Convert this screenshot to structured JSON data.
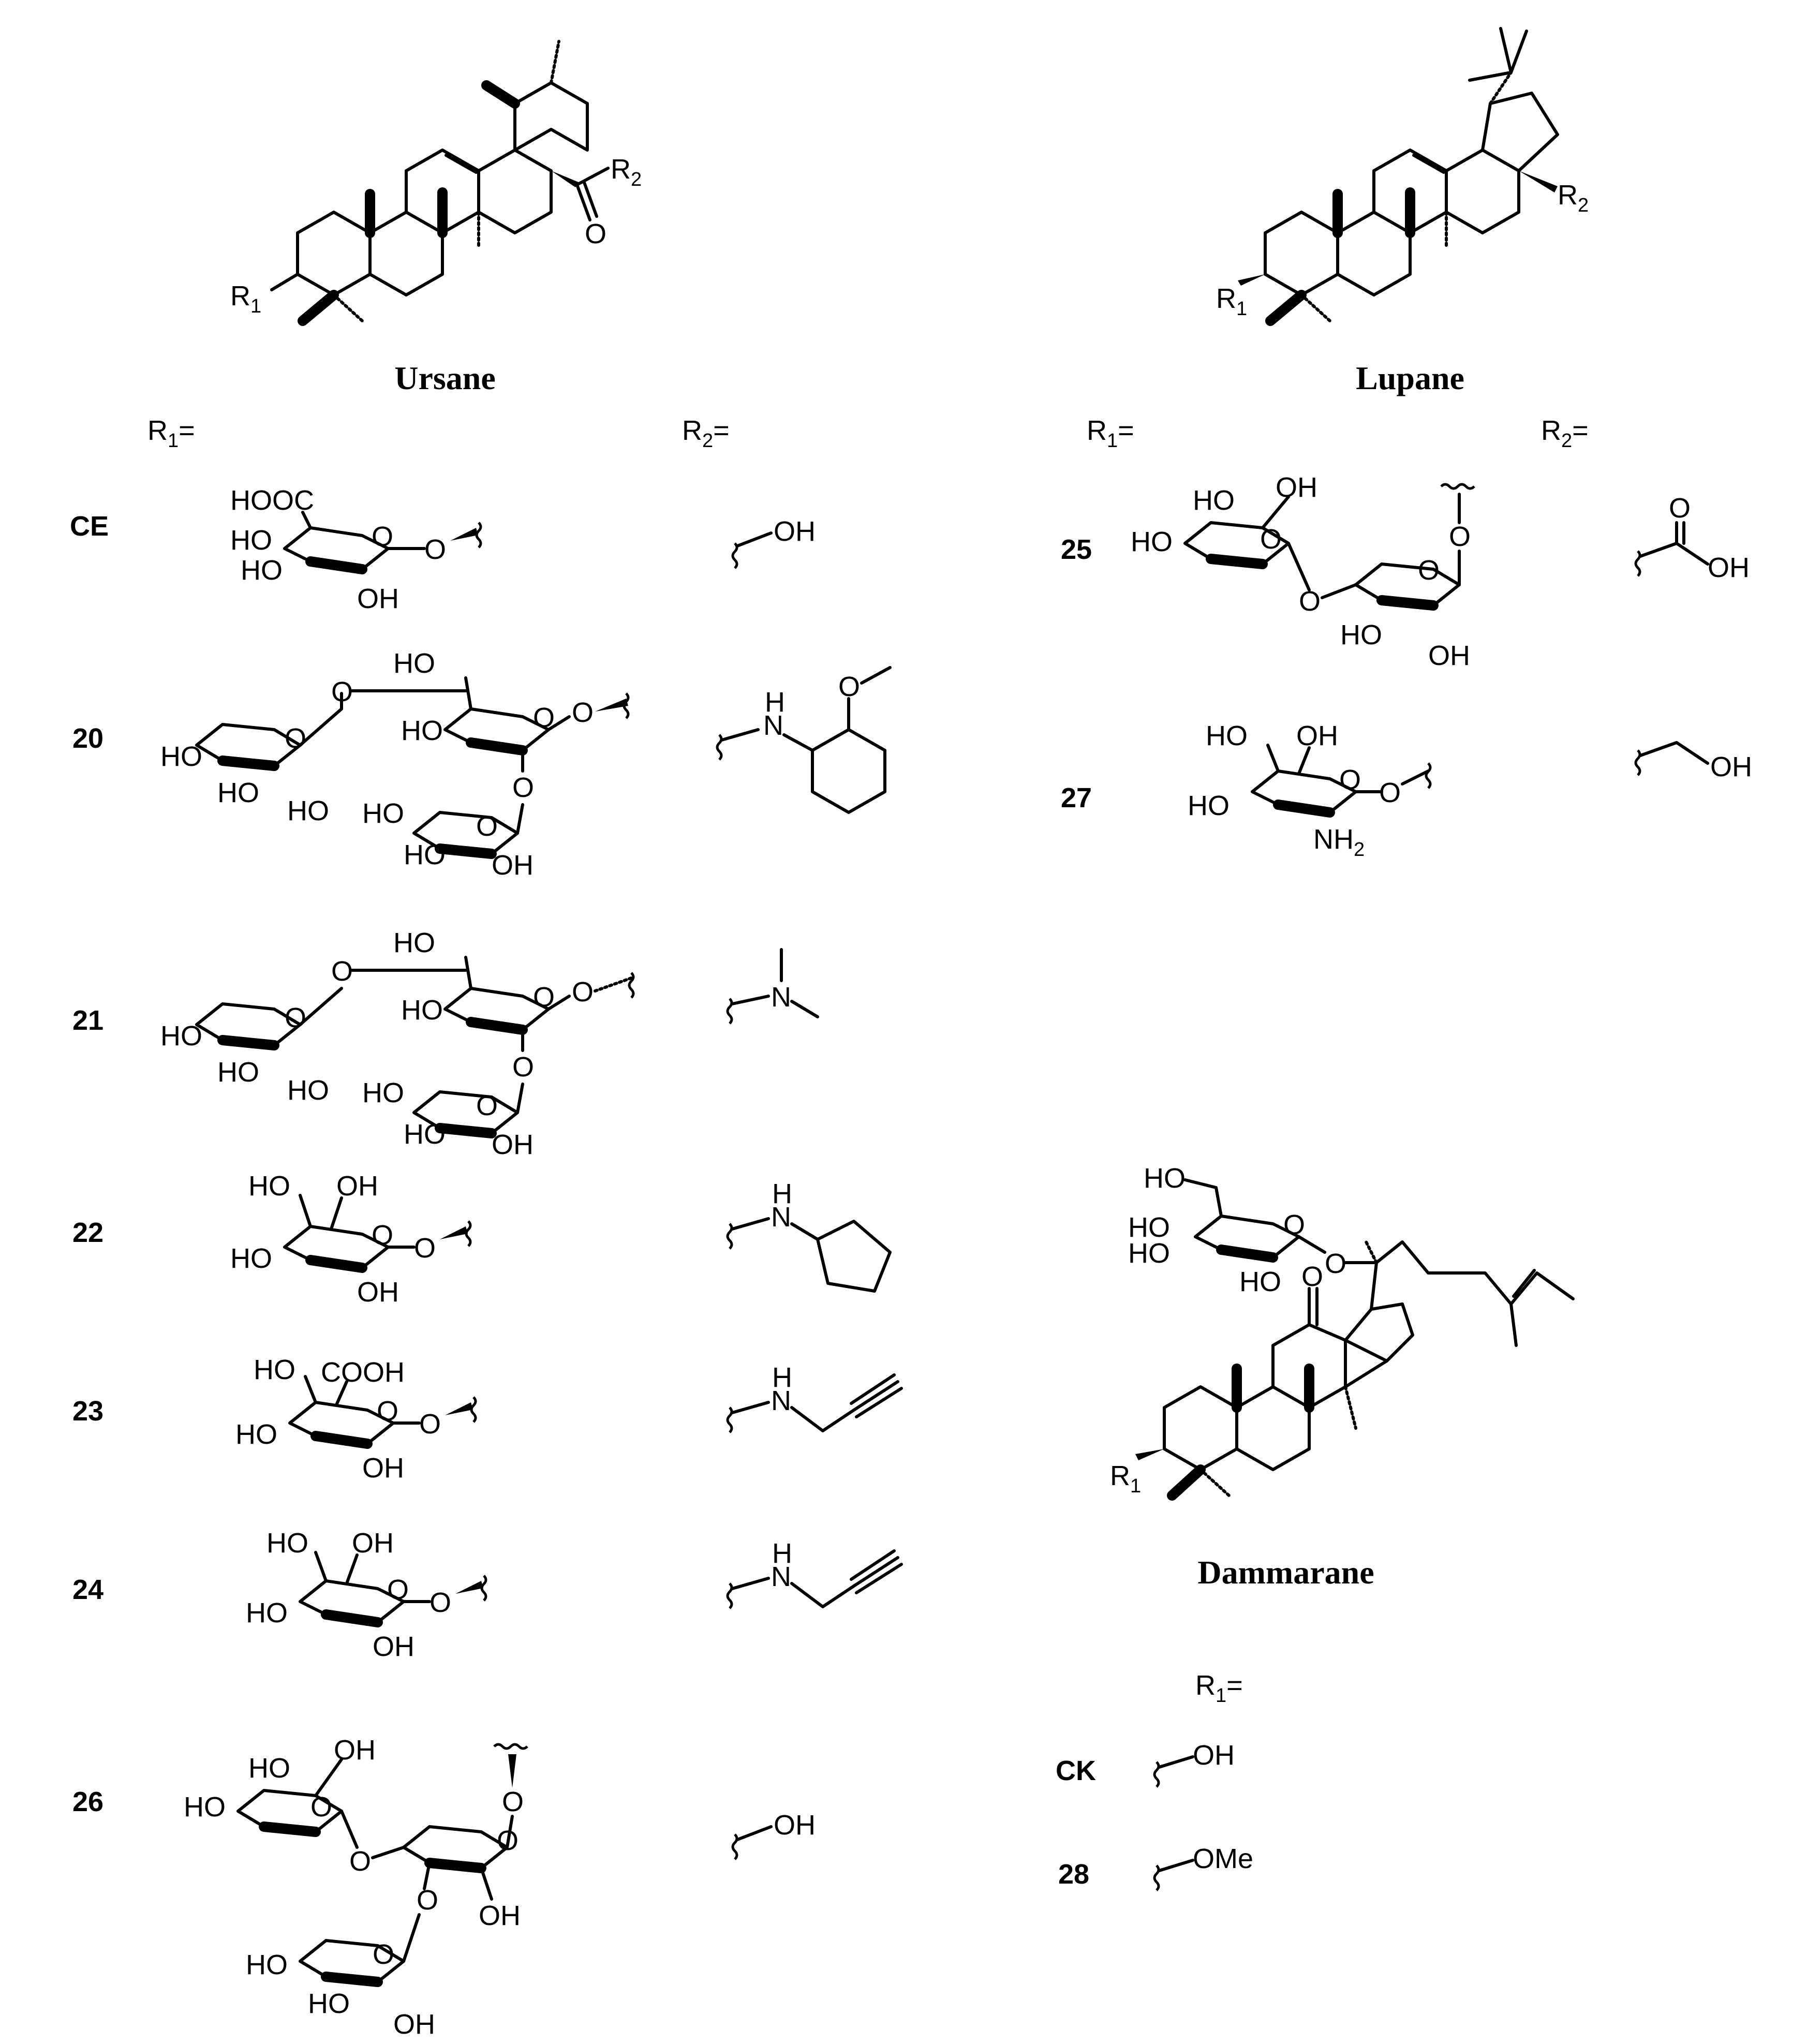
{
  "scaffolds": {
    "ursane": {
      "title": "Ursane",
      "r1": "R",
      "r1_sub": "1",
      "r2": "R",
      "r2_sub": "2",
      "carbonyl_o": "O"
    },
    "lupane": {
      "title": "Lupane",
      "r1": "R",
      "r1_sub": "1",
      "r2": "R",
      "r2_sub": "2"
    },
    "dammarane": {
      "title": "Dammarane",
      "r1": "R",
      "r1_sub": "1",
      "ketone_o": "O",
      "glyco_o": "O"
    }
  },
  "headers": {
    "ursane_r1": {
      "main": "R",
      "sub": "1",
      "eq": "="
    },
    "ursane_r2": {
      "main": "R",
      "sub": "2",
      "eq": "="
    },
    "lupane_r1": {
      "main": "R",
      "sub": "1",
      "eq": "="
    },
    "lupane_r2": {
      "main": "R",
      "sub": "2",
      "eq": "="
    },
    "dammarane_r1": {
      "main": "R",
      "sub": "1",
      "eq": "="
    }
  },
  "compounds": {
    "ce": {
      "id": "CE",
      "r2": "OH"
    },
    "c20": {
      "id": "20"
    },
    "c21": {
      "id": "21"
    },
    "c22": {
      "id": "22"
    },
    "c23": {
      "id": "23"
    },
    "c24": {
      "id": "24"
    },
    "c26": {
      "id": "26",
      "r2": "OH"
    },
    "c25": {
      "id": "25"
    },
    "c27": {
      "id": "27",
      "r2": "OH"
    },
    "ck": {
      "id": "CK",
      "r1": "OH"
    },
    "c28": {
      "id": "28",
      "r1": "OMe"
    }
  },
  "atoms": {
    "HOOC": "HOOC",
    "COOH": "COOH",
    "HO": "HO",
    "OH": "OH",
    "O": "O",
    "H": "H",
    "N": "N",
    "NH": "NH",
    "two": "2"
  }
}
